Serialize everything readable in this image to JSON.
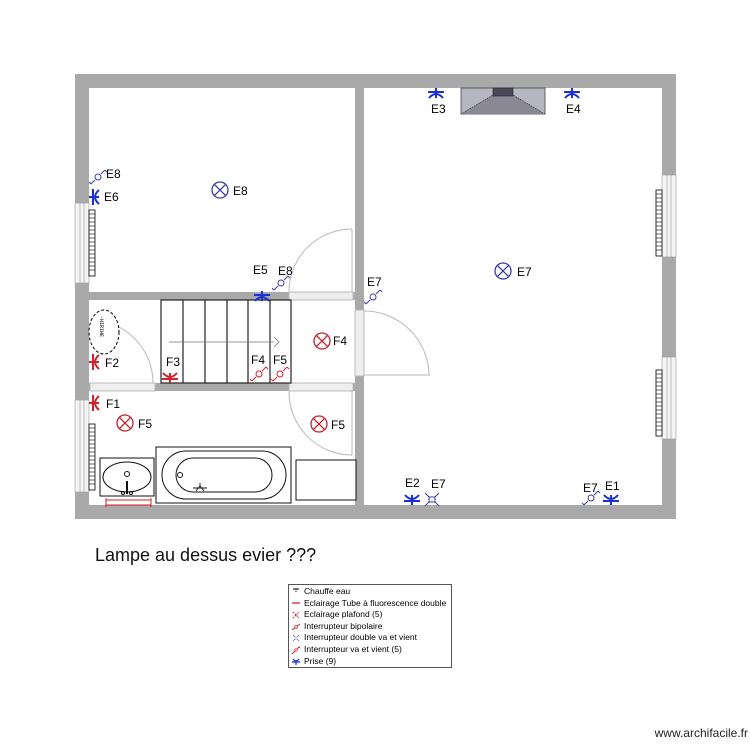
{
  "plan": {
    "colors": {
      "wall": "#a9a9a9",
      "prise_blue": "#1a2fd6",
      "switch_blue": "#3a3aa8",
      "lamp_blue": "#3a3aa8",
      "lamp_red": "#c0202a",
      "fixture_red": "#d0202a",
      "door_arc": "#b8b8b8"
    },
    "rooms": [
      {
        "name": "bedroom-left",
        "labels": [
          "E8",
          "E6",
          "E8",
          "E5",
          "E8"
        ]
      },
      {
        "name": "living-right",
        "labels": [
          "E3",
          "E4",
          "E7",
          "E7",
          "E2",
          "E7",
          "E7",
          "E1"
        ]
      },
      {
        "name": "landing",
        "labels": [
          "F2",
          "F3",
          "F4",
          "F5",
          "F4"
        ]
      },
      {
        "name": "bathroom",
        "labels": [
          "F1",
          "F5",
          "F5"
        ]
      }
    ],
    "labels": {
      "bed_switch_e8": "E8",
      "bed_prise_e6": "E6",
      "bed_lamp_e8": "E8",
      "bed_prise_e5": "E5",
      "bed_switch2_e8": "E8",
      "liv_prise_e3": "E3",
      "liv_prise_e4": "E4",
      "liv_lamp_e7": "E7",
      "liv_switch_e7": "E7",
      "liv_prise_e2": "E2",
      "liv_double_e7": "E7",
      "liv_switch2_e7": "E7",
      "liv_prise_e1": "E1",
      "land_prise_f2": "F2",
      "land_prise_f3": "F3",
      "land_switch_f4": "F4",
      "land_switch_f5": "F5",
      "land_lamp_f4": "F4",
      "bath_prise_f1": "F1",
      "bath_lamp_f5a": "F5",
      "bath_lamp_f5b": "F5"
    }
  },
  "note": "Lampe au dessus evier ???",
  "legend": {
    "items": [
      {
        "icon": "water-heater-icon",
        "label": "Chauffe eau"
      },
      {
        "icon": "fluorescent-tube-icon",
        "label": "Eclairage Tube à fluorescence double"
      },
      {
        "icon": "ceiling-light-icon",
        "label": "Eclairage plafond (5)"
      },
      {
        "icon": "bipolar-switch-icon",
        "label": "Interrupteur bipolaire"
      },
      {
        "icon": "double-two-way-switch-icon",
        "label": "Interrupteur double va et vient"
      },
      {
        "icon": "two-way-switch-icon",
        "label": "Interrupteur va et vient (5)"
      },
      {
        "icon": "socket-icon",
        "label": "Prise (9)"
      }
    ]
  },
  "credit": "www.archifacile.fr"
}
